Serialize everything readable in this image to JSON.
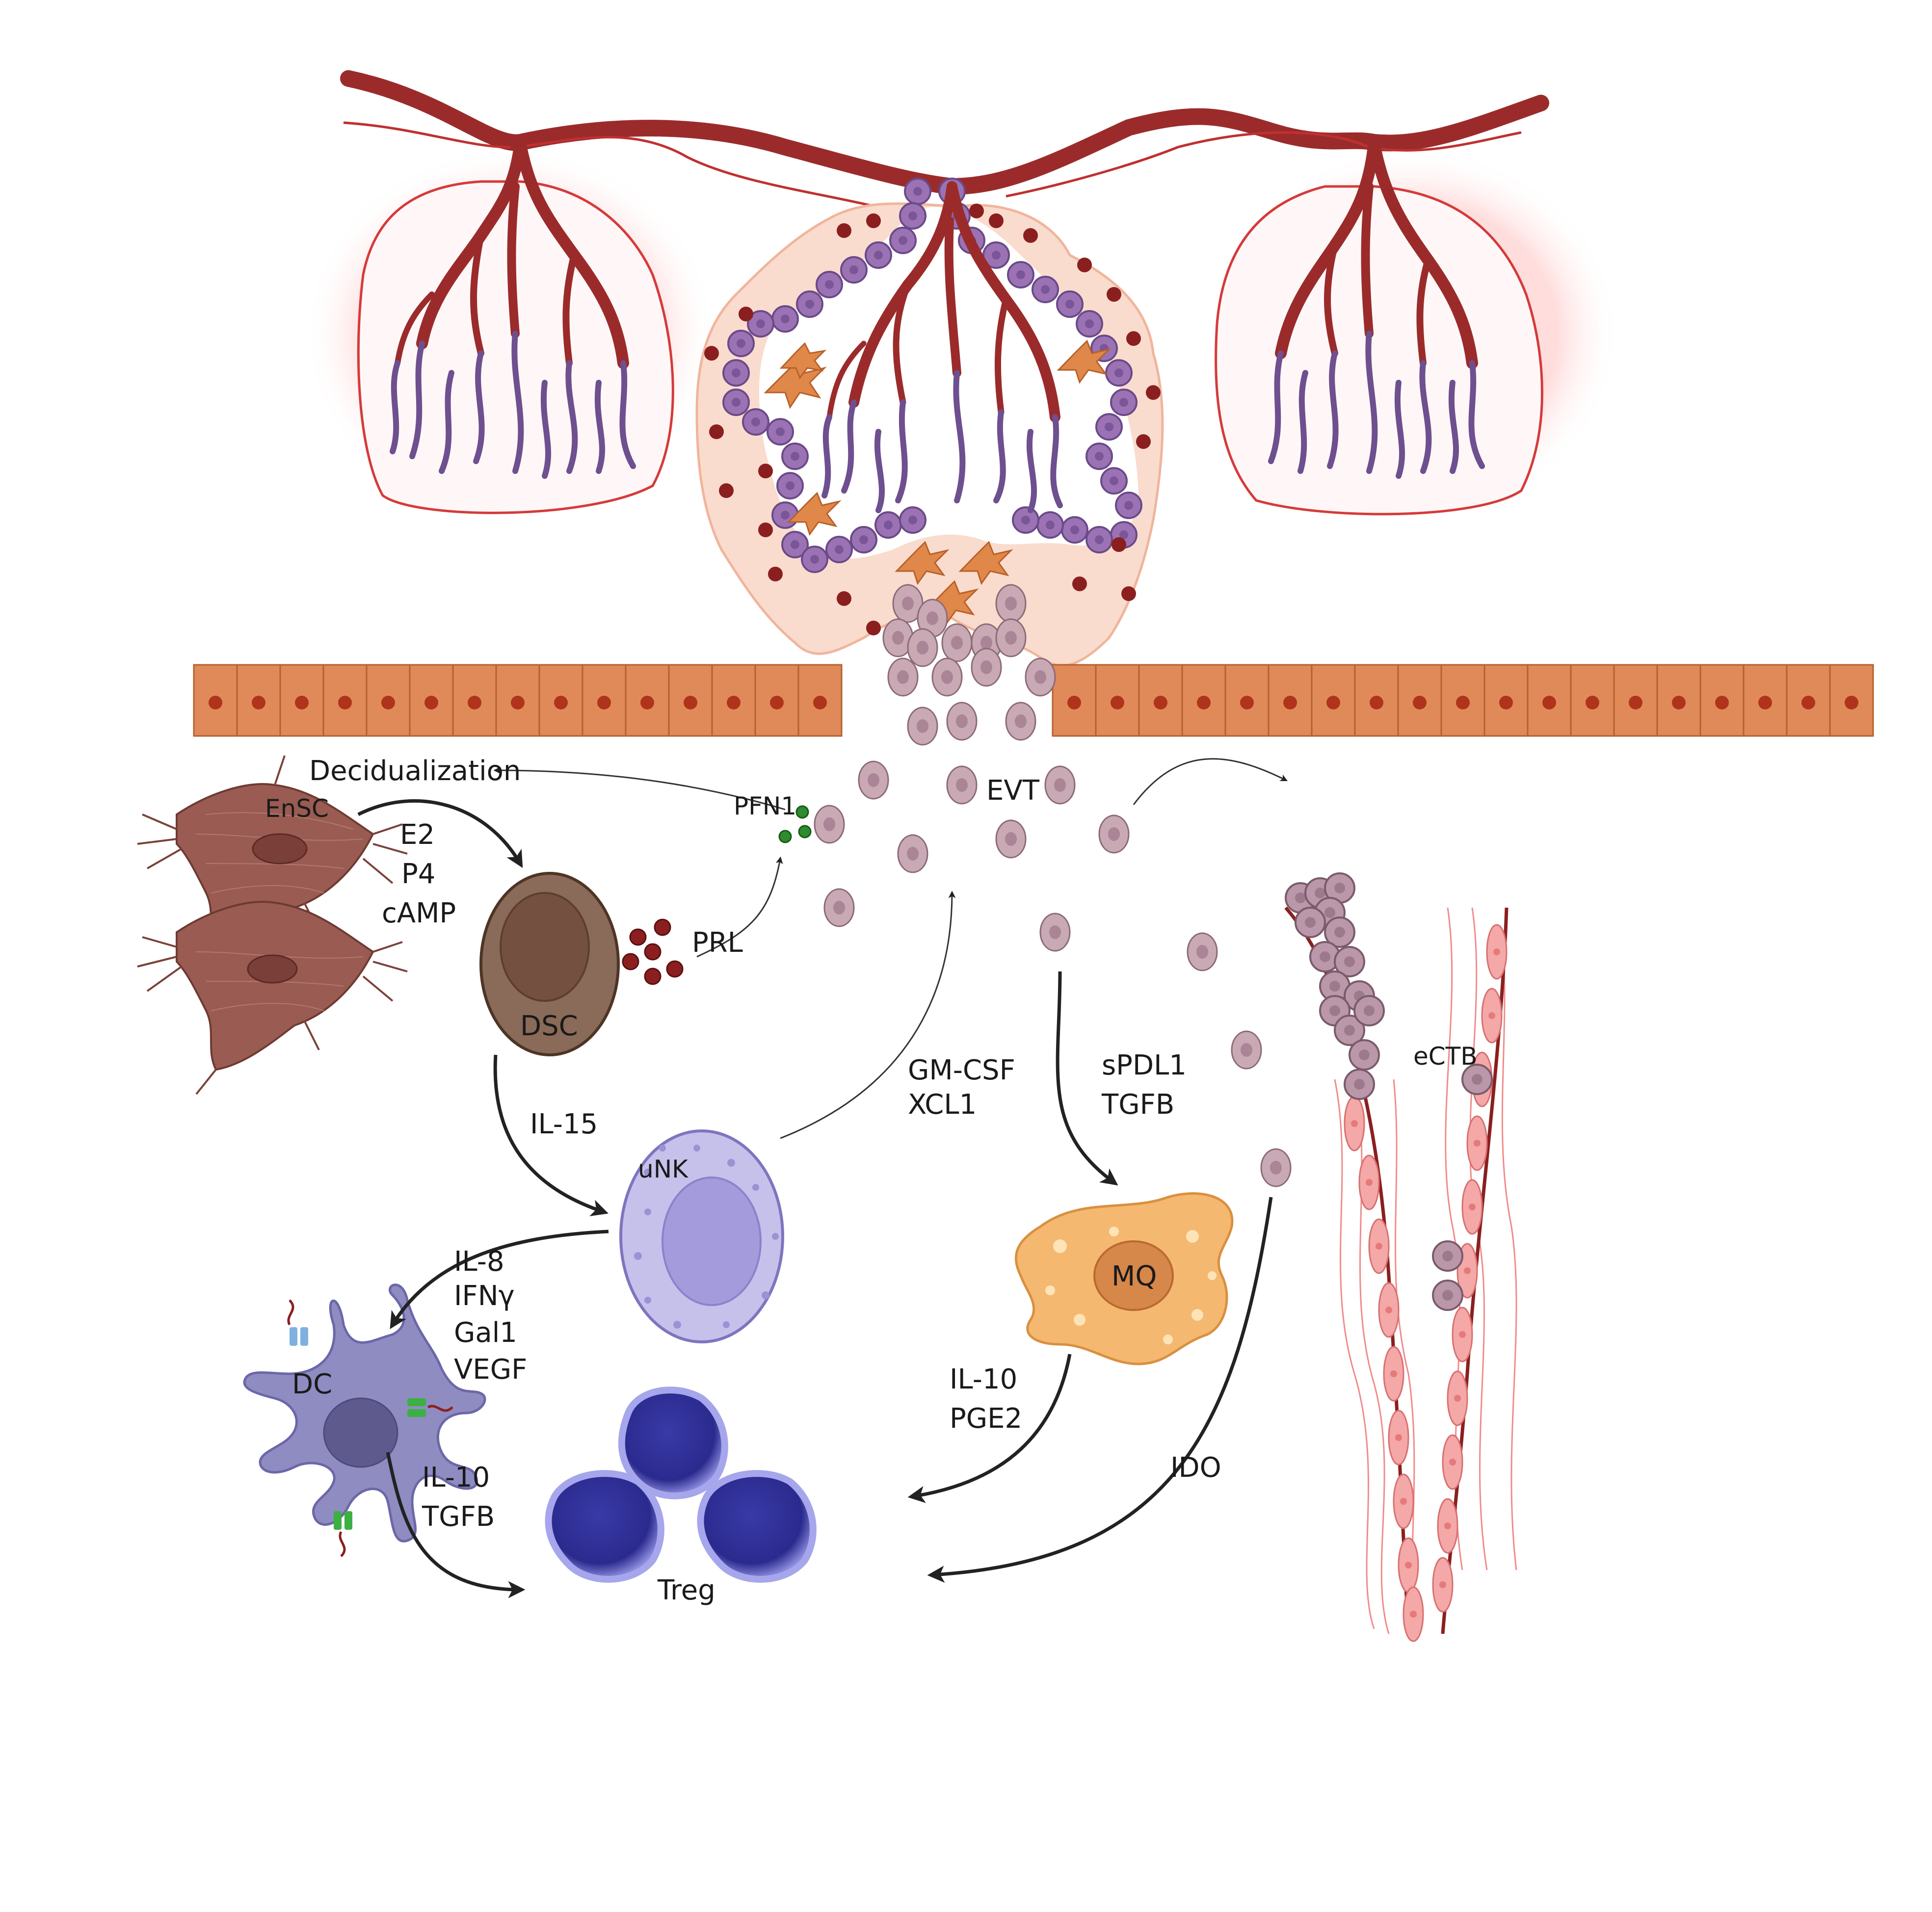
{
  "labels": {
    "decidualization": "Decidualization",
    "pfn1": "PFN1",
    "evt": "EVT",
    "ensc": "EnSC",
    "e2": "E2",
    "p4": "P4",
    "camp": "cAMP",
    "dsc": "DSC",
    "prl": "PRL",
    "il15": "IL-15",
    "unk": "uNK",
    "gmcsf": "GM-CSF",
    "xcl1": "XCL1",
    "spdl1": "sPDL1",
    "tgfb_mq": "TGFB",
    "ectb": "eCTB",
    "mq": "MQ",
    "il8": "IL-8",
    "ifny": "IFNγ",
    "gal1": "Gal1",
    "vegf": "VEGF",
    "dc": "DC",
    "il10_dc": "IL-10",
    "tgfb_dc": "TGFB",
    "il10_mq": "IL-10",
    "pge2": "PGE2",
    "ido": "IDO",
    "treg": "Treg"
  },
  "colors": {
    "vessel": "#9b2b2b",
    "vein": "#6e4f8f",
    "epithelium": "#e08a5a",
    "evt": "#c9a9b4",
    "dsc": "#8a6a58",
    "unk": "#c6c1ea",
    "dc": "#8f8cc2",
    "mq": "#f5b870",
    "treg": "#3c3ca8",
    "ensc": "#9a5b52"
  }
}
